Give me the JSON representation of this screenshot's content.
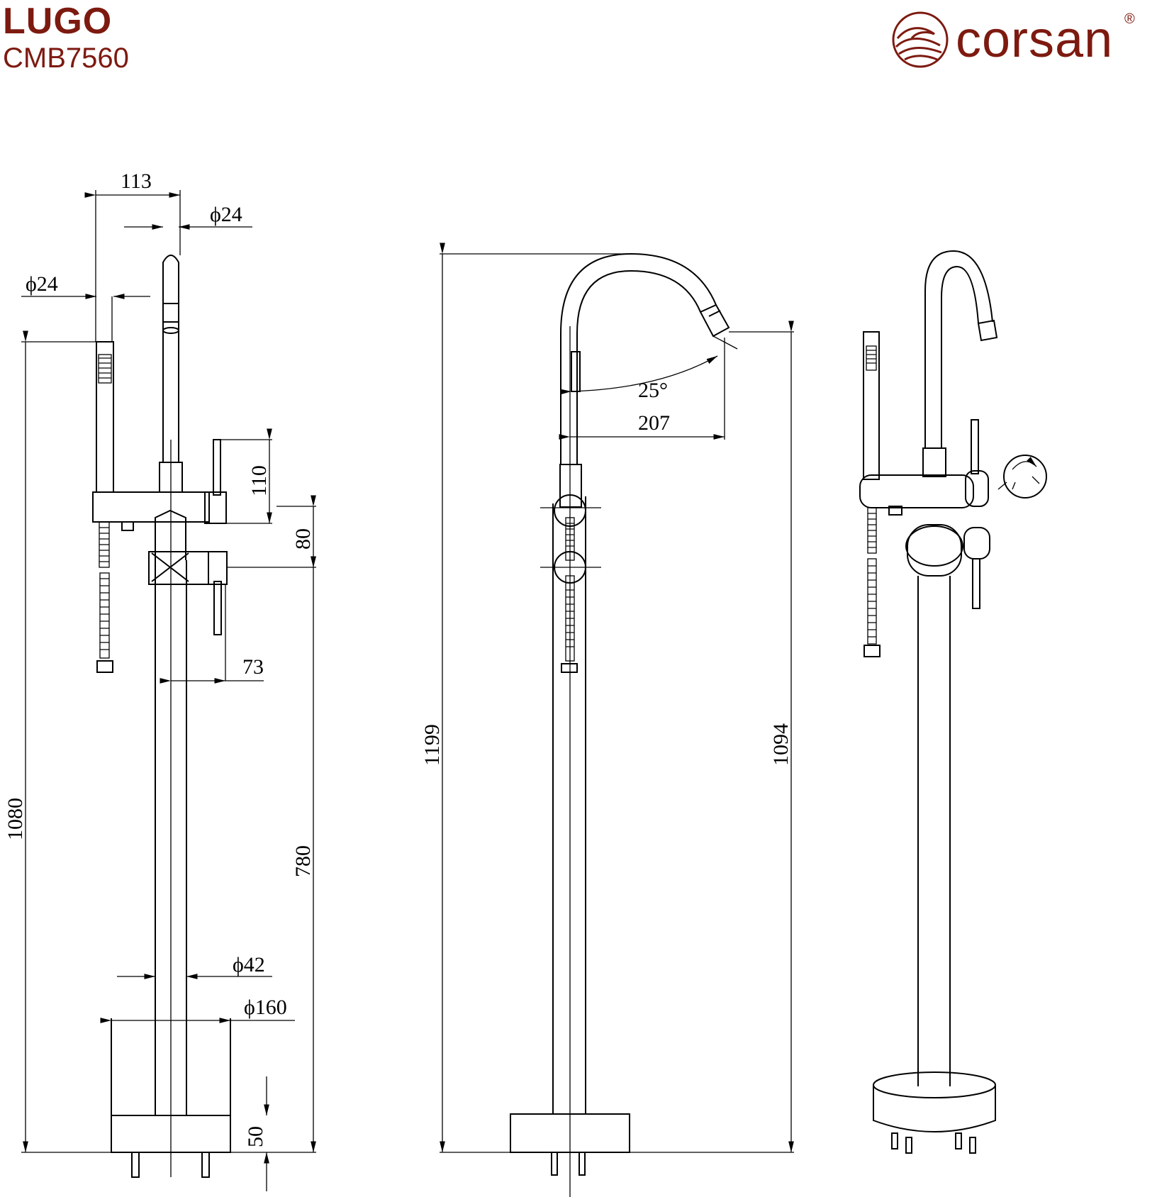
{
  "header": {
    "product_name": "LUGO",
    "model_code": "CMB7560"
  },
  "brand": {
    "name": "corsan",
    "registered": "®",
    "color": "#7d1a10",
    "logo_icon": "wave-circle-icon"
  },
  "dimensions": {
    "front": {
      "handshower_offset": "113",
      "spout_diameter": "ϕ24",
      "handshower_diameter": "ϕ24",
      "lever_height": "110",
      "valve_spacing": "80",
      "lever_projection": "73",
      "total_height": "1080",
      "valve_height": "780",
      "column_diameter": "ϕ42",
      "base_diameter": "ϕ160",
      "base_height": "50"
    },
    "side": {
      "overall_height": "1199",
      "spout_outlet_height": "1094",
      "swivel_angle": "25°",
      "spout_reach": "207"
    }
  },
  "icons": {
    "diverter": "rotate-arrows-icon"
  }
}
